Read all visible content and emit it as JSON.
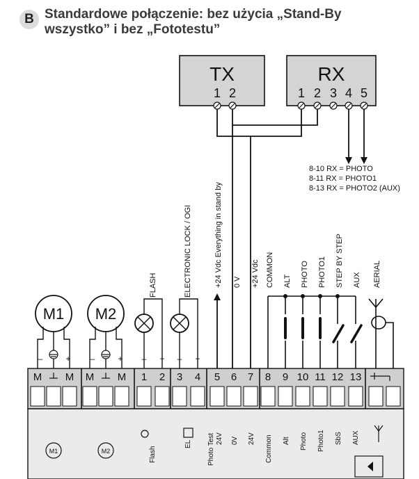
{
  "header": {
    "badge": "B",
    "title_line1": "Standardowe połączenie: bez użycia „Stand-By",
    "title_line2": "wszystko” i bez „Fototestu”"
  },
  "tx": {
    "label": "TX",
    "terminals": [
      "1",
      "2"
    ]
  },
  "rx": {
    "label": "RX",
    "terminals": [
      "1",
      "2",
      "3",
      "4",
      "5"
    ]
  },
  "rx_notes": [
    "8-10  RX = PHOTO",
    "8-11  RX = PHOTO1",
    "8-13  RX = PHOTO2 (AUX)"
  ],
  "motors": [
    "M1",
    "M2"
  ],
  "motor_pins": [
    "M",
    "M"
  ],
  "polarity": {
    "minus": "–",
    "plus": "+"
  },
  "wire_labels": {
    "flash": "FLASH",
    "lock": "ELECTRONIC LOCK / OGI",
    "standby": "+24 Vdc Everything in stand by",
    "zero_v": "0 V",
    "plus24": "+24 Vdc",
    "common": "COMMON",
    "alt": "ALT",
    "photo": "PHOTO",
    "photo1": "PHOTO1",
    "sbs": "STEP BY STEP",
    "aux": "AUX",
    "aerial": "AERIAL"
  },
  "terminal_numbers": [
    "1",
    "2",
    "3",
    "4",
    "5",
    "6",
    "7",
    "8",
    "9",
    "10",
    "11",
    "12",
    "13"
  ],
  "panel_labels": {
    "flash": "Flash",
    "el": "EL",
    "photo_test": "Photo Test",
    "v24": "24V",
    "zero_v": "0V",
    "v24b": "24V",
    "common": "Common",
    "alt": "Alt",
    "photo": "Photo",
    "photo1": "Photo1",
    "sbs": "SbS",
    "aux": "AUX"
  },
  "colors": {
    "box_fill": "#d4d4d4",
    "terminal_fill": "#cfcfcf",
    "panel_fill": "#ebebeb",
    "line": "#111111"
  }
}
